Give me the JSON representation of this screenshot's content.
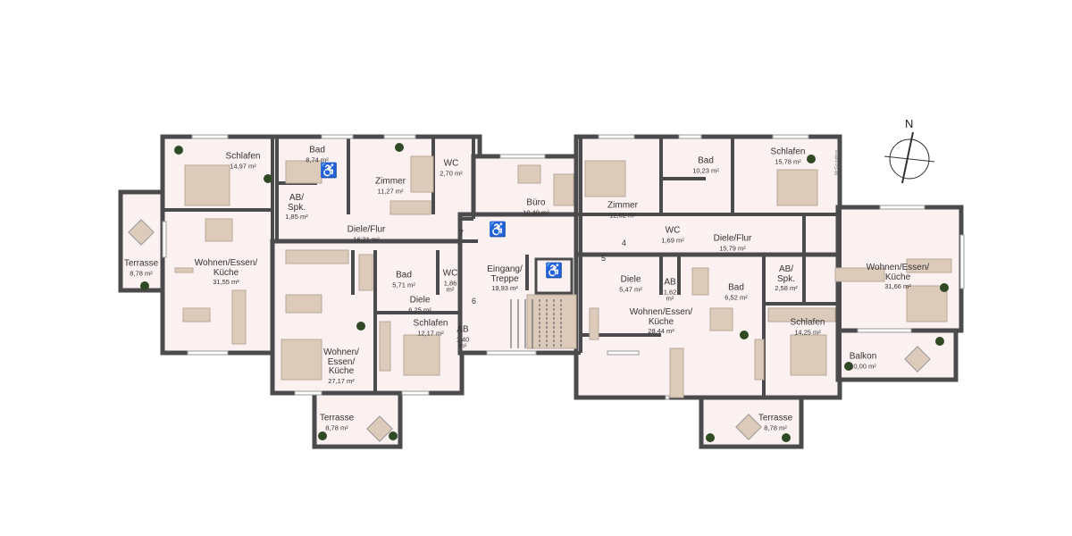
{
  "plan": {
    "colors": {
      "wall": "#4b4b4d",
      "floor": "#fbf1f1",
      "furniture": "#dccbbb",
      "window": "#ffffff",
      "plant": "#2f4a25"
    },
    "north_label": "N",
    "logo_text": "McGrundriss",
    "rooms": [
      {
        "name": "Schlafen",
        "area": "14,97 m²"
      },
      {
        "name": "Bad",
        "area": "8,74 m²"
      },
      {
        "name": "WC",
        "area": "2,70 m²"
      },
      {
        "name": "Zimmer",
        "area": "11,27 m²"
      },
      {
        "name": "AB/\nSpk.",
        "area": "1,85 m²"
      },
      {
        "name": "Diele/Flur",
        "area": "16,21 m²"
      },
      {
        "name": "Terrasse",
        "area": "8,78 m²"
      },
      {
        "name": "Wohnen/Essen/\nKüche",
        "area": "31,55 m²"
      },
      {
        "name": "Bad",
        "area": "5,71 m²"
      },
      {
        "name": "WC",
        "area": "1,86\nm²"
      },
      {
        "name": "Diele",
        "area": "6,25 m²"
      },
      {
        "name": "Schlafen",
        "area": "12,17 m²"
      },
      {
        "name": "AB",
        "area": "1,40\nm²"
      },
      {
        "name": "Wohnen/\nEssen/\nKüche",
        "area": "27,17 m²"
      },
      {
        "name": "Terrasse",
        "area": "8,78 m²"
      },
      {
        "name": "Büro",
        "area": "10,40 m²"
      },
      {
        "name": "Eingang/\nTreppe",
        "area": "19,93 m²"
      },
      {
        "name": "Zimmer",
        "area": "12,62 m²"
      },
      {
        "name": "Bad",
        "area": "10,23 m²"
      },
      {
        "name": "WC",
        "area": "1,69 m²"
      },
      {
        "name": "Schlafen",
        "area": "15,78 m²"
      },
      {
        "name": "Diele/Flur",
        "area": "15,79 m²"
      },
      {
        "name": "AB/\nSpk.",
        "area": "2,58 m²"
      },
      {
        "name": "Wohnen/Essen/\nKüche",
        "area": "31,66 m²"
      },
      {
        "name": "Diele",
        "area": "5,47 m²"
      },
      {
        "name": "AB",
        "area": "1,62\nm²"
      },
      {
        "name": "Bad",
        "area": "6,52 m²"
      },
      {
        "name": "Wohnen/Essen/\nKüche",
        "area": "28,44 m²"
      },
      {
        "name": "Schlafen",
        "area": "14,25 m²"
      },
      {
        "name": "Balkon",
        "area": "10,00 m²"
      },
      {
        "name": "Terrasse",
        "area": "8,78 m²"
      }
    ],
    "door_numbers": [
      "7",
      "4",
      "5",
      "6"
    ]
  }
}
